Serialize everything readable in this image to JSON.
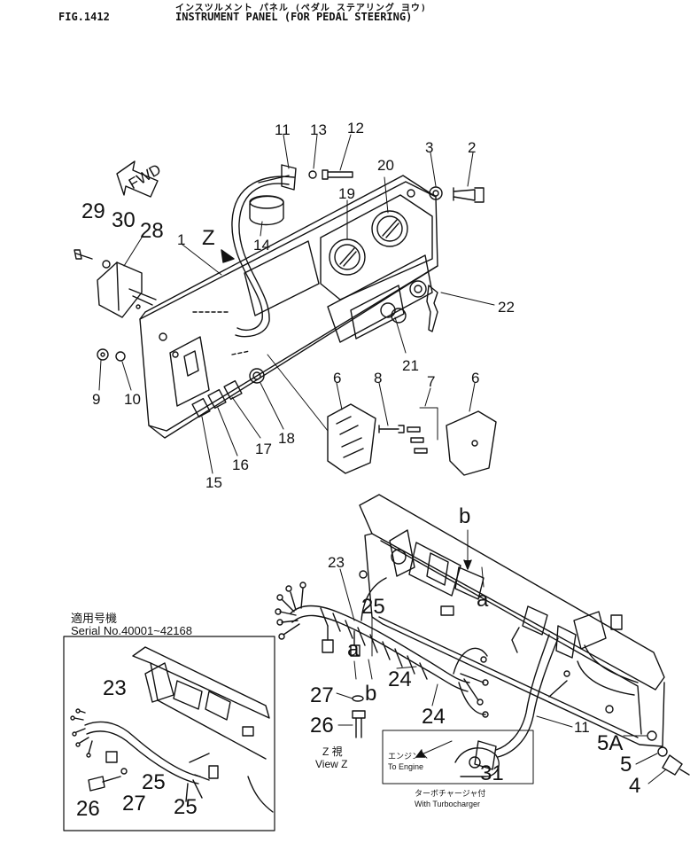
{
  "header": {
    "fig": "FIG.1412",
    "title_jp": "インスツルメント パネル (ペダル ステアリング ヨウ)",
    "title_en": "INSTRUMENT PANEL (FOR PEDAL STEERING)"
  },
  "fwd_label": "FWD",
  "z_label": "Z",
  "callouts": [
    "1",
    "2",
    "3",
    "4",
    "5",
    "5A",
    "6",
    "6",
    "7",
    "8",
    "9",
    "10",
    "11",
    "11",
    "12",
    "13",
    "14",
    "15",
    "16",
    "17",
    "18",
    "19",
    "20",
    "21",
    "22",
    "23",
    "24",
    "24",
    "25",
    "26",
    "27",
    "28",
    "29",
    "30",
    "31"
  ],
  "view_z": {
    "jp": "Z 視",
    "en": "View Z"
  },
  "serial": {
    "jp": "適用号機",
    "en": "Serial No.40001~42168"
  },
  "inset": {
    "n23": "23",
    "n25a": "25",
    "n25b": "25",
    "n26": "26",
    "n27": "27"
  },
  "engine": {
    "jp": "エンジンへ",
    "en": "To Engine"
  },
  "turbo": {
    "jp": "ターボチャージャ付",
    "en": "With Turbocharger"
  },
  "ref_marks": {
    "a": "a",
    "b": "b"
  },
  "colors": {
    "ink": "#111111",
    "background": "#ffffff"
  }
}
